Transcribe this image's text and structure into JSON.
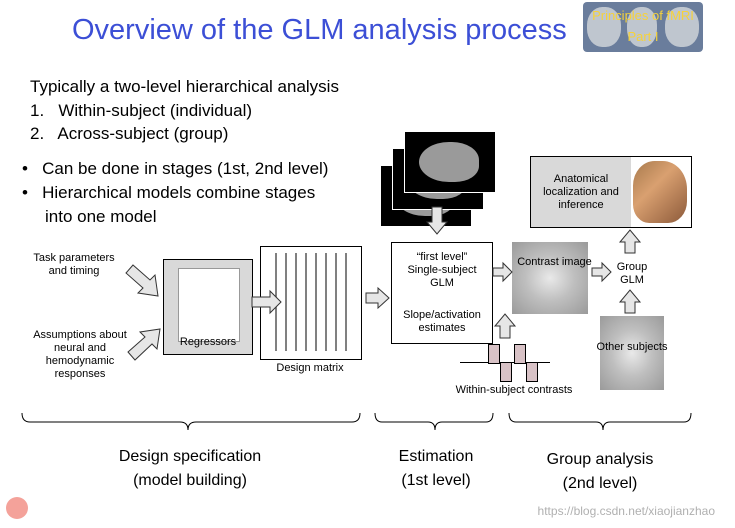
{
  "title": "Overview of the GLM analysis process",
  "badge": {
    "line1": "Principles of fMRI",
    "line2": "Part I"
  },
  "intro": "Typically a two-level hierarchical analysis",
  "list": [
    "1.   Within-subject (individual)",
    "2.   Across-subject (group)"
  ],
  "bullets": [
    "Can be done in stages (1st, 2nd level)",
    "Hierarchical models combine stages",
    "into one model"
  ],
  "inputs": {
    "task": "Task parameters and timing",
    "assumptions": "Assumptions about neural and hemodynamic responses"
  },
  "regressors": "Regressors",
  "design_matrix": "Design matrix",
  "glm_box": {
    "l1": "“first level”",
    "l2": "Single-subject",
    "l3": "GLM",
    "l4": "Slope/activation",
    "l5": "estimates"
  },
  "contrast_image": "Contrast image",
  "anatomical": {
    "l1": "Anatomical",
    "l2": "localization and",
    "l3": "inference"
  },
  "group_glm": {
    "l1": "Group",
    "l2": "GLM"
  },
  "other_subjects": "Other subjects",
  "within_contrasts": "Within-subject contrasts",
  "sections": {
    "design": {
      "l1": "Design specification",
      "l2": "(model building)"
    },
    "estimation": {
      "l1": "Estimation",
      "l2": "(1st level)"
    },
    "group": {
      "l1": "Group analysis",
      "l2": "(2nd level)"
    }
  },
  "watermark": "https://blog.csdn.net/xiaojianzhao"
}
